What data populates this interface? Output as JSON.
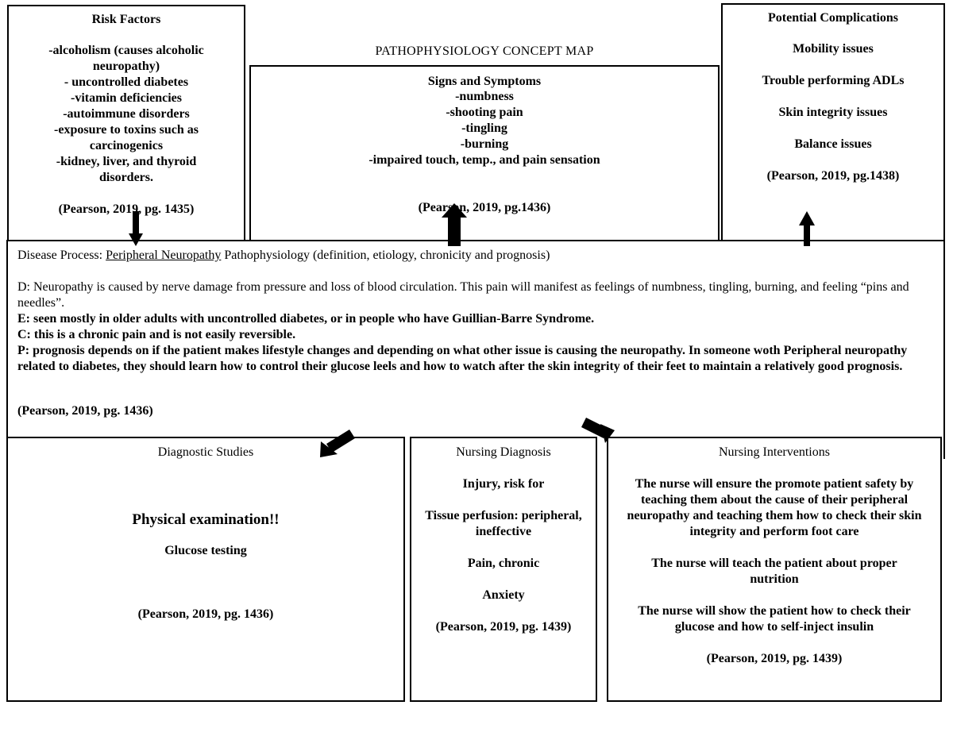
{
  "map_title": "PATHOPHYSIOLOGY CONCEPT MAP",
  "risk": {
    "title": "Risk Factors",
    "items": [
      "-alcoholism (causes alcoholic",
      "neuropathy)",
      "- uncontrolled diabetes",
      "-vitamin deficiencies",
      "-autoimmune disorders",
      "-exposure to toxins such as",
      "carcinogenics",
      "-kidney, liver, and thyroid",
      "disorders."
    ],
    "citation": "(Pearson, 2019, pg. 1435)"
  },
  "signs": {
    "title": "Signs and Symptoms",
    "items": [
      "-numbness",
      "-shooting pain",
      "-tingling",
      "-burning",
      "-impaired touch, temp., and pain sensation"
    ],
    "citation": "(Pearson, 2019, pg.1436)"
  },
  "complications": {
    "title": "Potential Complications",
    "items": [
      "Mobility issues",
      "Trouble performing ADLs",
      "Skin integrity issues",
      "Balance issues"
    ],
    "citation": "(Pearson, 2019, pg.1438)"
  },
  "disease": {
    "prefix": "Disease Process: ",
    "name": "Peripheral Neuropathy",
    "suffix": " Pathophysiology (definition, etiology, chronicity and prognosis)",
    "d": "D:  Neuropathy is caused by nerve damage from pressure and loss of blood circulation. This pain will manifest as feelings of numbness, tingling, burning, and feeling “pins and needles”.",
    "e": "E: seen mostly in older adults with uncontrolled diabetes, or in people who have Guillian-Barre Syndrome.",
    "c": "C: this is a chronic pain and is not easily reversible.",
    "p": "P: prognosis depends on if the patient makes lifestyle changes and depending on what other issue is causing the neuropathy. In someone woth Peripheral neuropathy related to diabetes, they should learn how to control their glucose leels and how to watch after the skin integrity of their feet to maintain a relatively good prognosis.",
    "citation": "(Pearson, 2019, pg. 1436)"
  },
  "diagnostic": {
    "title": "Diagnostic Studies",
    "primary": "Physical examination!!",
    "secondary": "Glucose testing",
    "citation": "(Pearson, 2019, pg. 1436)"
  },
  "nursing_dx": {
    "title": "Nursing Diagnosis",
    "items": [
      "Injury, risk for",
      "Tissue perfusion: peripheral, ineffective",
      "Pain, chronic",
      "Anxiety"
    ],
    "citation": "(Pearson, 2019, pg. 1439)"
  },
  "interventions": {
    "title": "Nursing Interventions",
    "items": [
      "The nurse will ensure the promote patient safety by teaching them about the cause of their peripheral neuropathy and teaching them how to check their skin integrity and perform foot care",
      "The nurse will teach the patient about proper nutrition",
      "The nurse will show the patient how to check their glucose and how to self-inject insulin"
    ],
    "citation": "(Pearson, 2019, pg. 1439)"
  }
}
